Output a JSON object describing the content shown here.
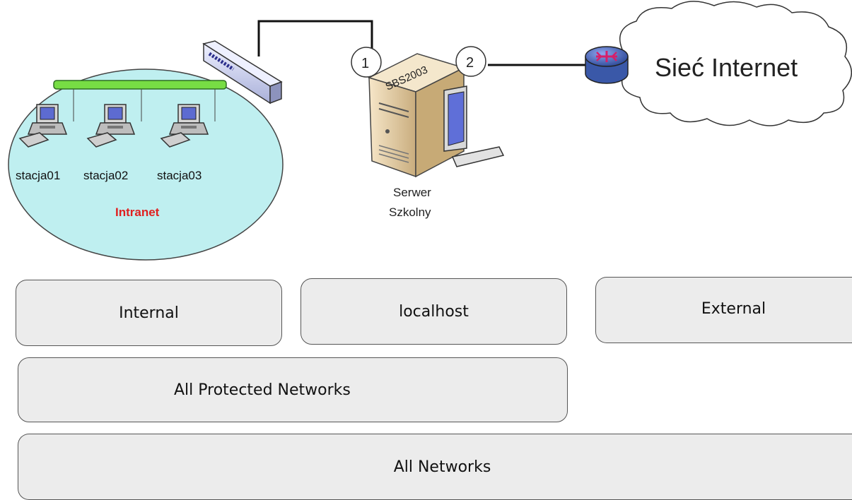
{
  "diagram": {
    "intranet_label": "Intranet",
    "stations": [
      "stacja01",
      "stacja02",
      "stacja03"
    ],
    "server_badge": "SBS2003",
    "server_label_line1": "Serwer",
    "server_label_line2": "Szkolny",
    "nic_1": "1",
    "nic_2": "2",
    "internet_label": "Sieć Internet",
    "colors": {
      "intranet_fill": "#bfeff0",
      "intranet_label": "#e02020",
      "bus": "#77dd44",
      "router": "#3f63b7",
      "monitor_screen": "#5f6fd8"
    }
  },
  "zones": {
    "internal": "Internal",
    "localhost": "localhost",
    "external": "External",
    "protected": "All Protected Networks",
    "all": "All Networks"
  }
}
